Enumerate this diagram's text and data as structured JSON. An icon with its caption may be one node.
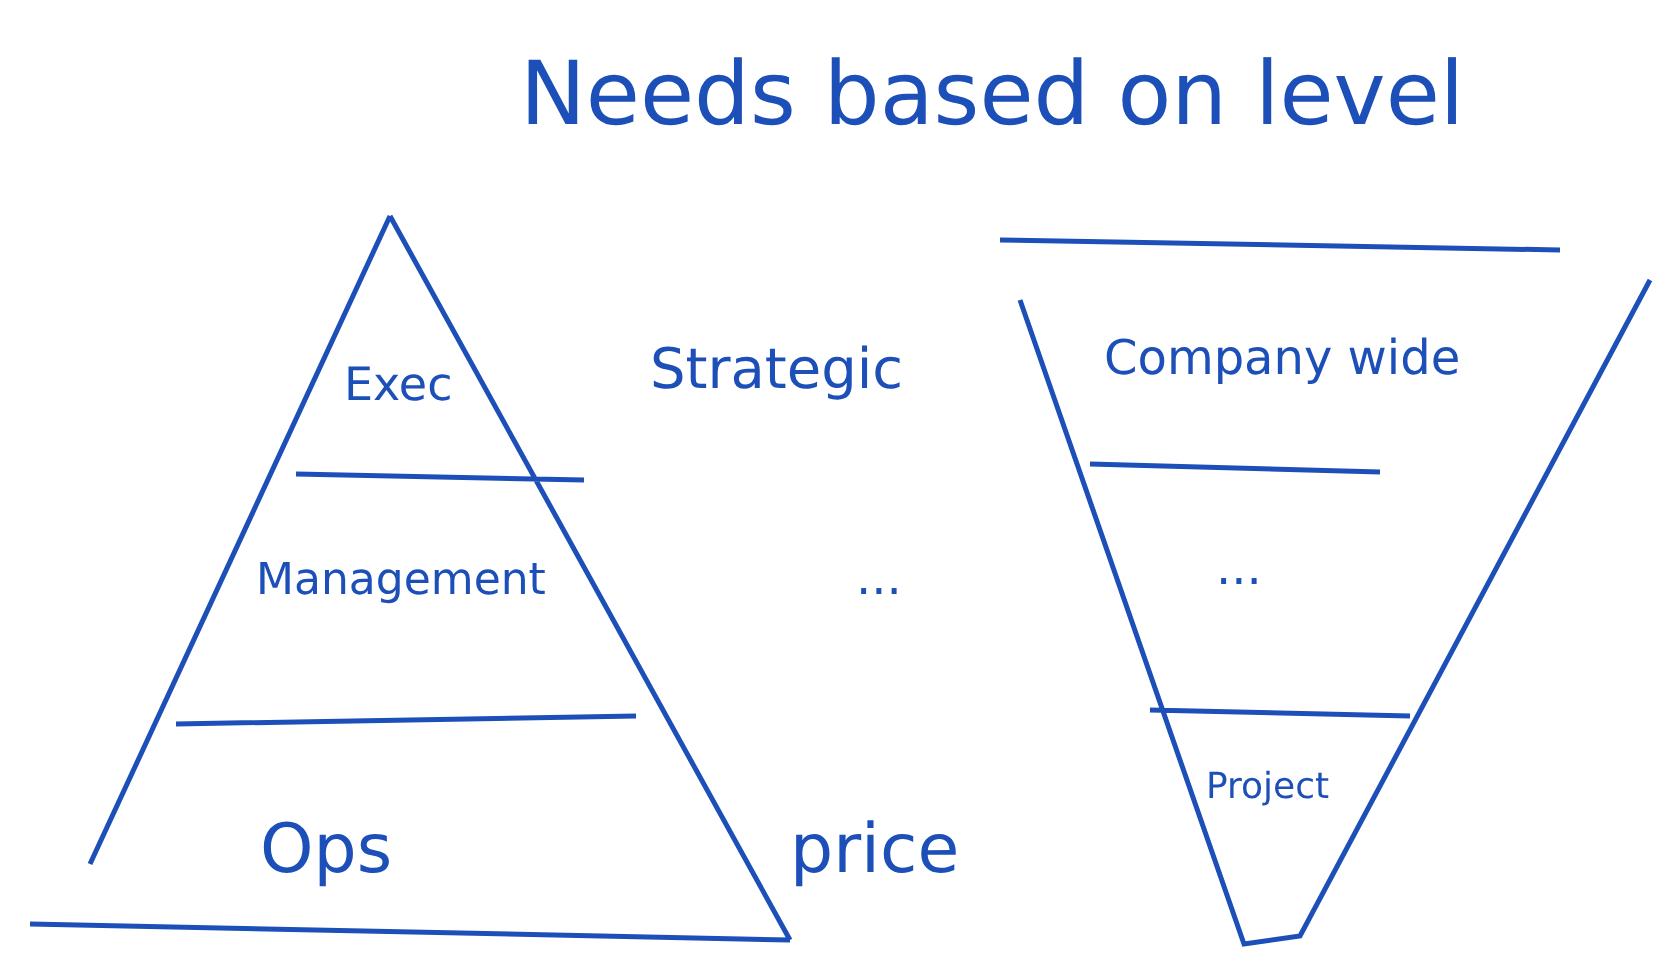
{
  "diagram": {
    "title": "Needs based on level",
    "nodes": [
      {
        "text": [
          "Exec"
        ]
      },
      {
        "text": [
          "Management"
        ]
      },
      {
        "text": [
          "Ops"
        ]
      },
      {
        "text": [
          "Company wide"
        ]
      },
      {
        "text": [
          "..."
        ]
      },
      {
        "text": [
          "Project"
        ]
      }
    ],
    "labels": [
      "Strategic",
      "...",
      "price"
    ]
  }
}
